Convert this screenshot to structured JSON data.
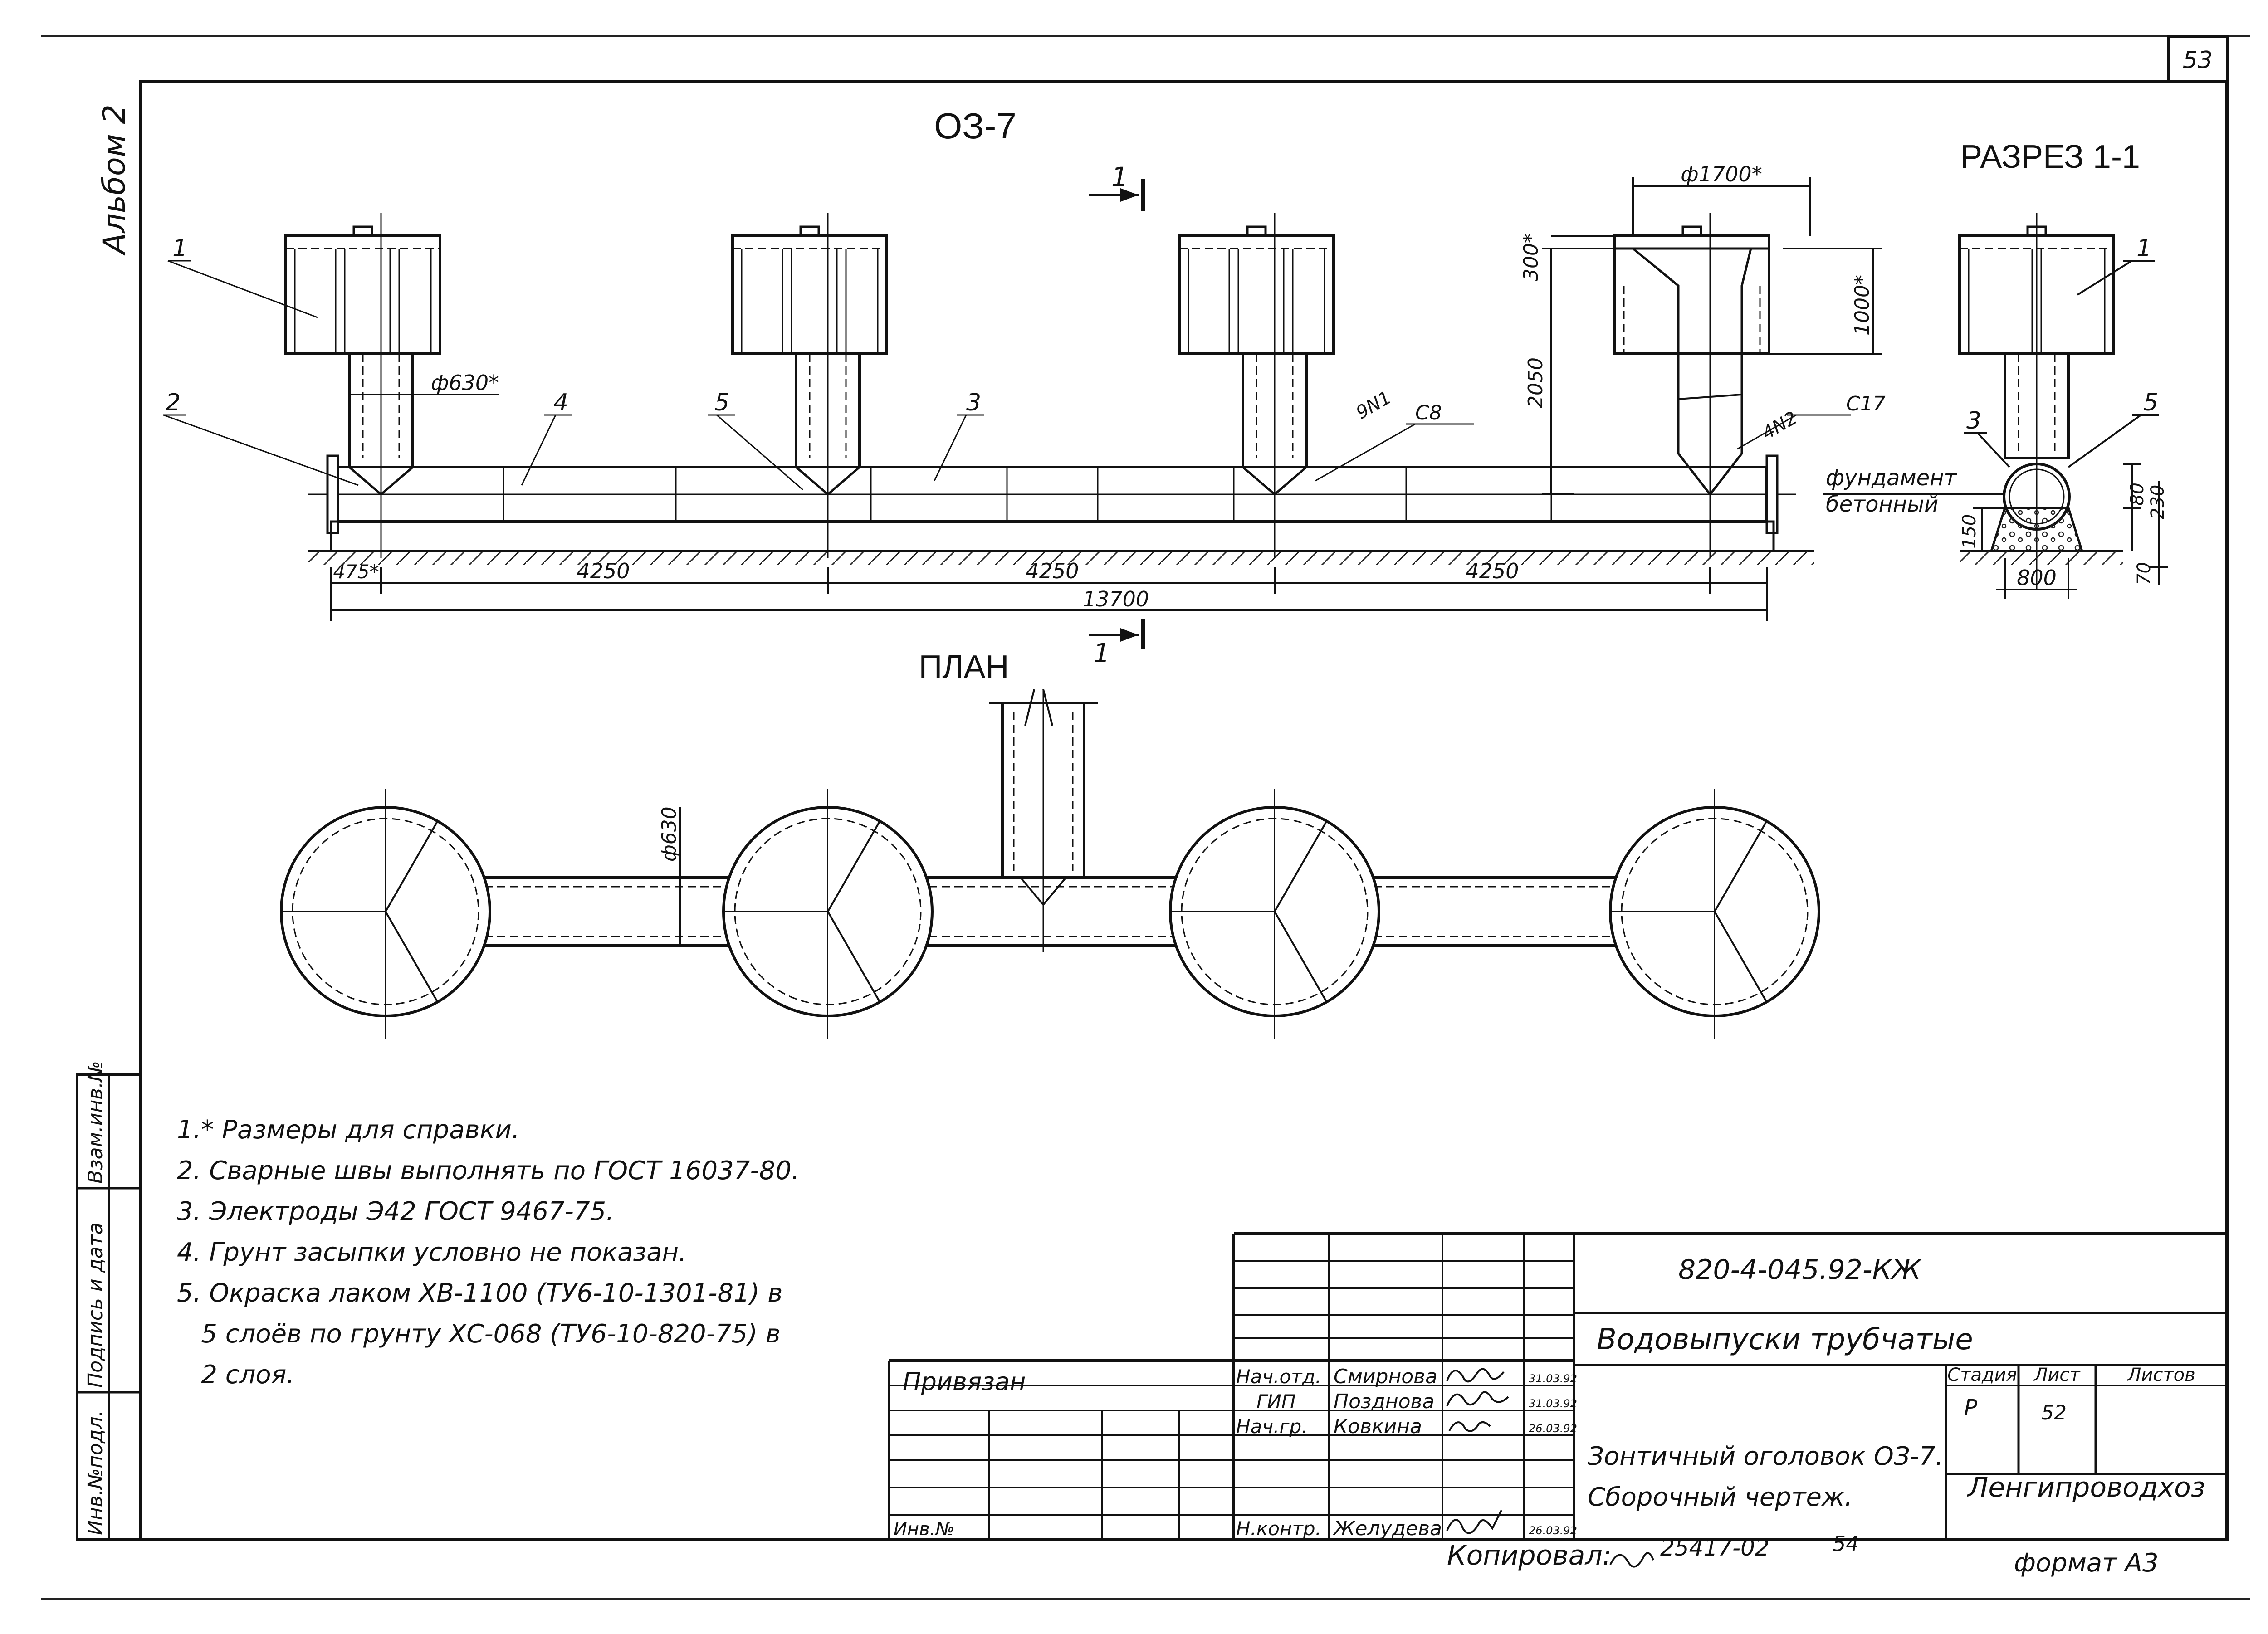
{
  "page_number": "53",
  "album_label": "Альбом 2",
  "view_title_main": "ОЗ-7",
  "section_title": "РАЗРЕЗ 1-1",
  "plan_title": "ПЛАН",
  "section_mark": "1",
  "callouts": {
    "c1": "1",
    "c2": "2",
    "c3": "3",
    "c4": "4",
    "c5": "5",
    "weld1": "9N1",
    "weld1b": "C8",
    "weld2": "4N2",
    "weld2b": "C17"
  },
  "dimensions": {
    "d_head": "ф1700*",
    "h_cap": "300*",
    "h_head": "1000*",
    "h_total": "2050",
    "d_pipe": "ф630*",
    "d_pipe_plan": "ф630",
    "span_first": "475*",
    "span_a": "4250",
    "span_b": "4250",
    "span_c": "4250",
    "total_length": "13700",
    "found_h1": "80",
    "found_h2": "230",
    "found_h3": "150",
    "found_h4": "70",
    "found_w": "800"
  },
  "foundation_label_1": "фундамент",
  "foundation_label_2": "бетонный",
  "notes": [
    "1.* Размеры для справки.",
    "2. Сварные швы выполнять по ГОСТ 16037-80.",
    "3. Электроды Э42 ГОСТ 9467-75.",
    "4. Грунт засыпки условно не показан.",
    "5. Окраска лаком ХВ-1100 (ТУ6-10-1301-81) в",
    "   5 слоёв по грунту ХС-068 (ТУ6-10-820-75) в",
    "   2 слоя."
  ],
  "side_stamp": [
    "Инв.№подл.",
    "Подпись и дата",
    "Взам.инв.№"
  ],
  "title_block": {
    "doc_code": "820-4-045.92-КЖ",
    "project_name": "Водовыпуски трубчатые",
    "drawing_name_1": "Зонтичный оголовок ОЗ-7.",
    "drawing_name_2": "Сборочный чертеж.",
    "organization": "Ленгипроводхоз",
    "stage_header": "Стадия",
    "sheet_header": "Лист",
    "sheets_header": "Листов",
    "stage": "Р",
    "sheet": "52",
    "bound_label": "Привязан",
    "inv_label": "Инв.№",
    "roles": [
      {
        "role": "Нач.отд.",
        "name": "Смирнова",
        "date": "31.03.92"
      },
      {
        "role": "ГИП",
        "name": "Позднова",
        "date": "31.03.92"
      },
      {
        "role": "Нач.гр.",
        "name": "Ковкина",
        "date": "26.03.92"
      },
      {
        "role": "Н.контр.",
        "name": "Желудева",
        "date": "26.03.92"
      }
    ],
    "copied_label": "Копировал:",
    "copy_code": "25417-02",
    "copy_num": "54",
    "format_label": "формат А3"
  }
}
